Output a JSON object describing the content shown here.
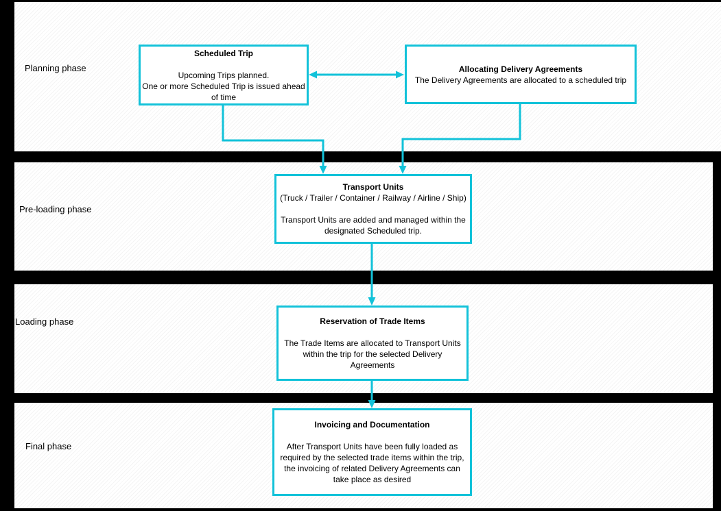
{
  "colors": {
    "accent": "#12c2d9",
    "canvas": "#ffffff",
    "page_background": "#000000",
    "text": "#000000"
  },
  "phases": [
    {
      "label": "Planning phase"
    },
    {
      "label": "Pre-loading phase"
    },
    {
      "label": "Loading phase"
    },
    {
      "label": "Final phase"
    }
  ],
  "nodes": [
    {
      "title": "Scheduled Trip",
      "body": "\nUpcoming Trips planned.\nOne or more Scheduled Trip is issued ahead of time"
    },
    {
      "title": "Allocating Delivery Agreements",
      "body": "The Delivery Agreements are allocated to a scheduled trip"
    },
    {
      "title": "Transport Units",
      "body": "(Truck / Trailer / Container / Railway / Airline / Ship)\n\nTransport Units are added and managed within the designated Scheduled trip."
    },
    {
      "title": "Reservation of Trade Items",
      "body": "\nThe Trade Items are allocated to Transport Units within the trip for the selected Delivery Agreements"
    },
    {
      "title": "Invoicing and Documentation",
      "body": "\nAfter Transport Units have been fully loaded as required by the selected trade items within the trip, the invoicing of related Delivery Agreements can take place as desired"
    }
  ]
}
